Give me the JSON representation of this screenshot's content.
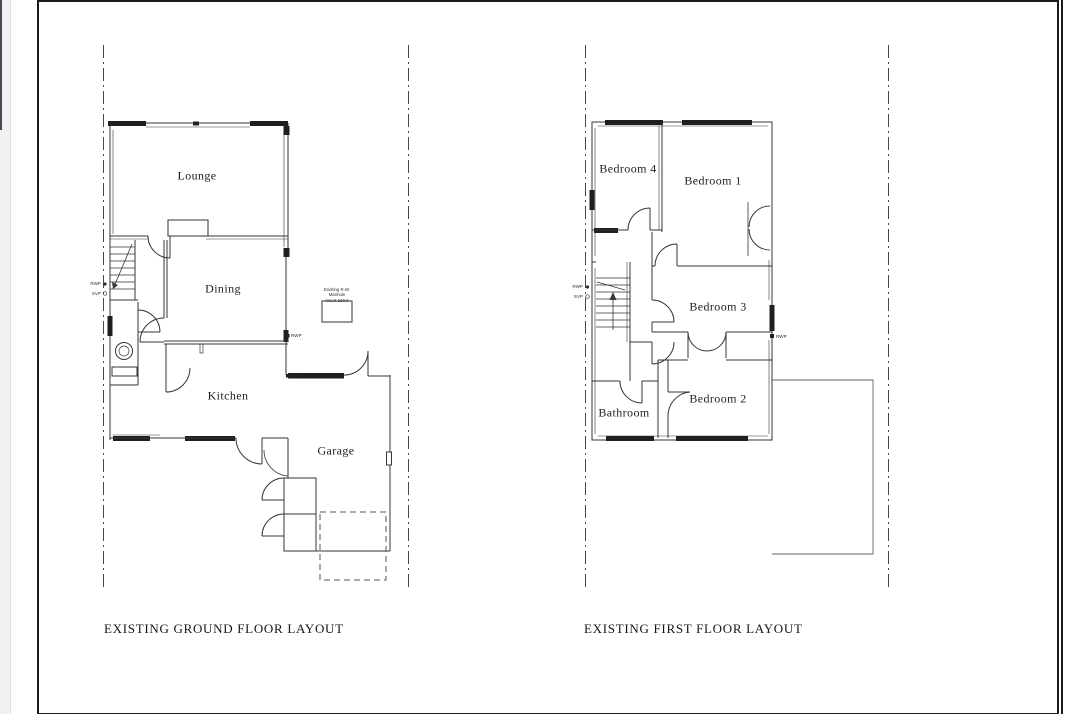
{
  "sheet": {
    "background": "#ffffff",
    "border_color": "#1b1b1d",
    "margin_strip_color": "#f1f1f4",
    "wall_line_color": "#35353a",
    "window_fill_color": "#1f1f22"
  },
  "ground_floor": {
    "caption": "EXISTING GROUND FLOOR LAYOUT",
    "rooms": {
      "lounge": "Lounge",
      "dining": "Dining",
      "kitchen": "Kitchen",
      "garage": "Garage"
    },
    "annotations": {
      "rwp": "RWP",
      "svp": "SVP",
      "manhole_note_line1": "Existing R.W. Manhole",
      "manhole_note_line2": "Invert 100.0"
    }
  },
  "first_floor": {
    "caption": "EXISTING FIRST FLOOR LAYOUT",
    "rooms": {
      "bedroom4": "Bedroom 4",
      "bedroom1": "Bedroom 1",
      "bedroom3": "Bedroom 3",
      "bedroom2": "Bedroom 2",
      "bathroom": "Bathroom"
    },
    "annotations": {
      "rwp": "RWP",
      "svp": "SVP"
    }
  }
}
